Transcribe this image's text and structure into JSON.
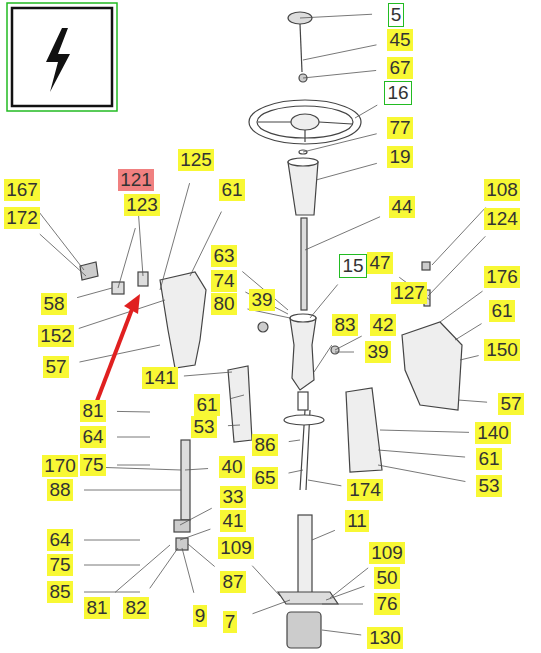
{
  "diagram": {
    "labels": [
      "5",
      "45",
      "67",
      "16",
      "77",
      "19",
      "125",
      "61",
      "121",
      "123",
      "167",
      "172",
      "44",
      "108",
      "124",
      "63",
      "74",
      "80",
      "15",
      "47",
      "127",
      "176",
      "61",
      "58",
      "152",
      "57",
      "150",
      "39",
      "83",
      "42",
      "39",
      "141",
      "61",
      "53",
      "57",
      "140",
      "61",
      "53",
      "81",
      "64",
      "75",
      "86",
      "40",
      "65",
      "170",
      "88",
      "174",
      "33",
      "41",
      "11",
      "64",
      "75",
      "85",
      "81",
      "82",
      "9",
      "87",
      "109",
      "109",
      "50",
      "76",
      "7",
      "130"
    ]
  }
}
